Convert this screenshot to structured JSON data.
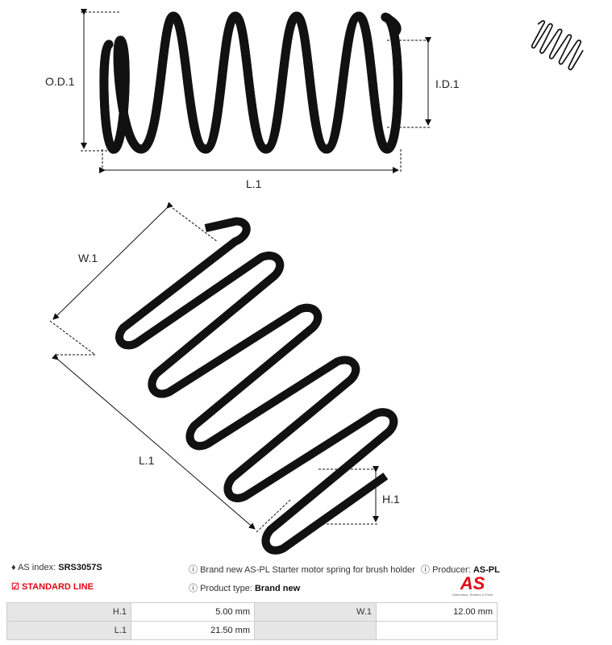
{
  "diagram": {
    "top_labels": {
      "od": "O.D.1",
      "id": "I.D.1",
      "length": "L.1"
    },
    "bottom_labels": {
      "width": "W.1",
      "length": "L.1",
      "height": "H.1"
    }
  },
  "info": {
    "as_index_label": "AS index:",
    "as_index_value": "SRS3057S",
    "line": "STANDARD LINE",
    "description": "Brand new AS-PL Starter motor spring for brush holder",
    "producer_label": "Producer:",
    "producer_value": "AS-PL",
    "product_type_label": "Product type:",
    "product_type_value": "Brand new"
  },
  "logo": {
    "text": "AS",
    "tagline": "Alternators, Starters & Parts",
    "color": "#e30613"
  },
  "specs": [
    [
      {
        "k": "H.1",
        "v": "5.00 mm"
      },
      {
        "k": "W.1",
        "v": "12.00 mm"
      }
    ],
    [
      {
        "k": "L.1",
        "v": "21.50 mm"
      },
      {
        "k": "",
        "v": ""
      }
    ]
  ]
}
